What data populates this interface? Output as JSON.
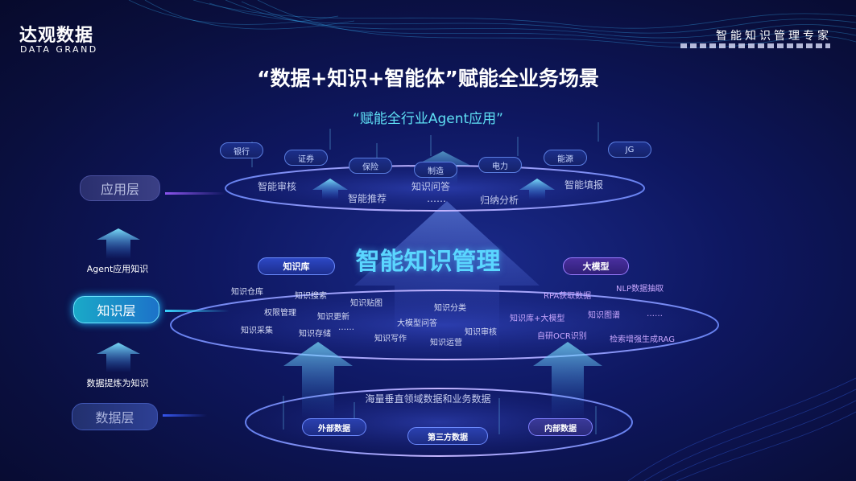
{
  "brand": {
    "name_cn": "达观数据",
    "name_en": "DATA GRAND",
    "slogan": "智能知识管理专家"
  },
  "title": "“数据+知识+智能体”赋能全业务场景",
  "subtitle": "“赋能全行业Agent应用”",
  "layers": {
    "application": "应用层",
    "knowledge": "知识层",
    "data": "数据层"
  },
  "flows": {
    "agent_application": "Agent应用知识",
    "data_refine": "数据提炼为知识"
  },
  "industries": [
    "银行",
    "证券",
    "保险",
    "制造",
    "电力",
    "能源",
    "JG"
  ],
  "app_items": [
    "智能审核",
    "智能推荐",
    "知识问答",
    "……",
    "归纳分析",
    "智能填报"
  ],
  "knowledge": {
    "core_title": "智能知识管理",
    "kb_label": "知识库",
    "lm_label": "大模型",
    "kb_items": [
      "知识仓库",
      "知识搜索",
      "知识贴图",
      "权限管理",
      "知识更新",
      "知识采集",
      "知识存储",
      "……",
      "知识分类",
      "大模型问答",
      "知识写作",
      "知识运营",
      "知识审核"
    ],
    "lm_items": [
      "RPA获取数据",
      "NLP数据抽取",
      "知识库+大模型",
      "知识图谱",
      "……",
      "自研OCR识别",
      "检索增强生成RAG"
    ]
  },
  "data": {
    "caption": "海量垂直领域数据和业务数据",
    "sources": [
      "外部数据",
      "第三方数据",
      "内部数据"
    ]
  },
  "colors": {
    "background": "#0a0f3e",
    "accent_cyan": "#5fe0f5",
    "accent_purple": "#9b7cff",
    "ring": "#6f8cff"
  }
}
